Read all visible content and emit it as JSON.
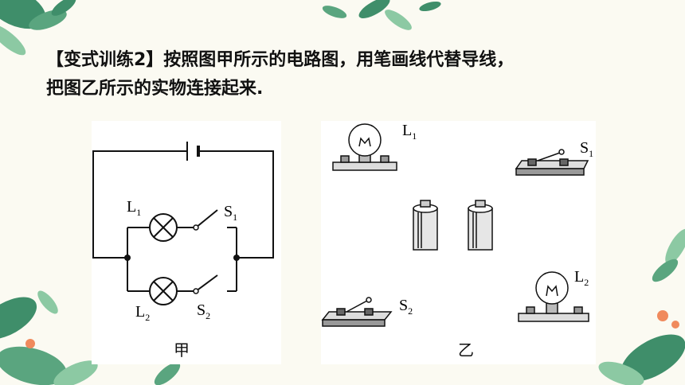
{
  "question": {
    "line1": "【变式训练2】按照图甲所示的电路图，用笔画线代替导线，",
    "line2": "把图乙所示的实物连接起来."
  },
  "figure_jia": {
    "caption": "甲",
    "labels": {
      "l1": "L",
      "l1_sub": "1",
      "s1": "S",
      "s1_sub": "1",
      "l2": "L",
      "l2_sub": "2",
      "s2": "S",
      "s2_sub": "2"
    }
  },
  "figure_yi": {
    "caption": "乙",
    "labels": {
      "l1": "L",
      "l1_sub": "1",
      "s1": "S",
      "s1_sub": "1",
      "l2": "L",
      "l2_sub": "2",
      "s2": "S",
      "s2_sub": "2"
    }
  },
  "colors": {
    "background": "#fbfaf2",
    "leaf_dark": "#3f8e6a",
    "leaf_light": "#8cc9a3",
    "flower": "#f08a5d"
  }
}
